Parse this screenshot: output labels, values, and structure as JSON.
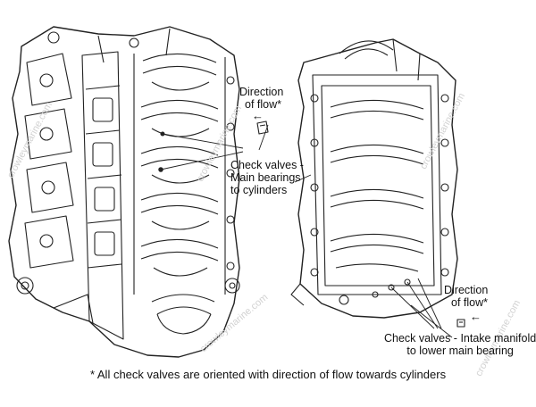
{
  "labels": {
    "flow_left_1": "Direction",
    "flow_left_2": "of flow*",
    "check_main_1": "Check valves -",
    "check_main_2": "Main bearings",
    "check_main_3": "to cylinders",
    "flow_right_1": "Direction",
    "flow_right_2": "of flow*",
    "check_intake_1": "Check valves - Intake manifold",
    "check_intake_2": "to lower main bearing"
  },
  "watermark": "crowleymarine.com",
  "footer": "* All check valves are oriented with direction of flow towards cylinders",
  "icons": {
    "left_arrow": "←"
  }
}
